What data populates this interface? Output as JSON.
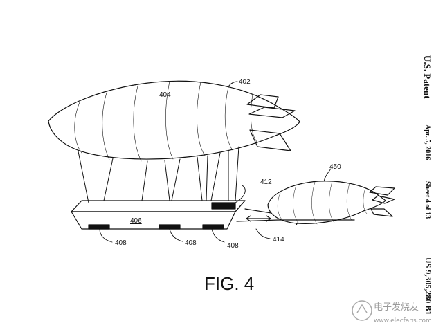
{
  "figure_label": "FIG. 4",
  "refs": {
    "r402": "402",
    "r404": "404",
    "r406": "406",
    "r408a": "408",
    "r408b": "408",
    "r408c": "408",
    "r412": "412",
    "r414": "414",
    "r450": "450"
  },
  "header": {
    "title": "U.S. Patent",
    "date": "Apr. 5, 2016",
    "sheet": "Sheet 4 of 13",
    "number": "US 9,305,280 B1"
  },
  "watermark": {
    "brand": "电子发烧友",
    "url": "www.elecfans.com"
  }
}
